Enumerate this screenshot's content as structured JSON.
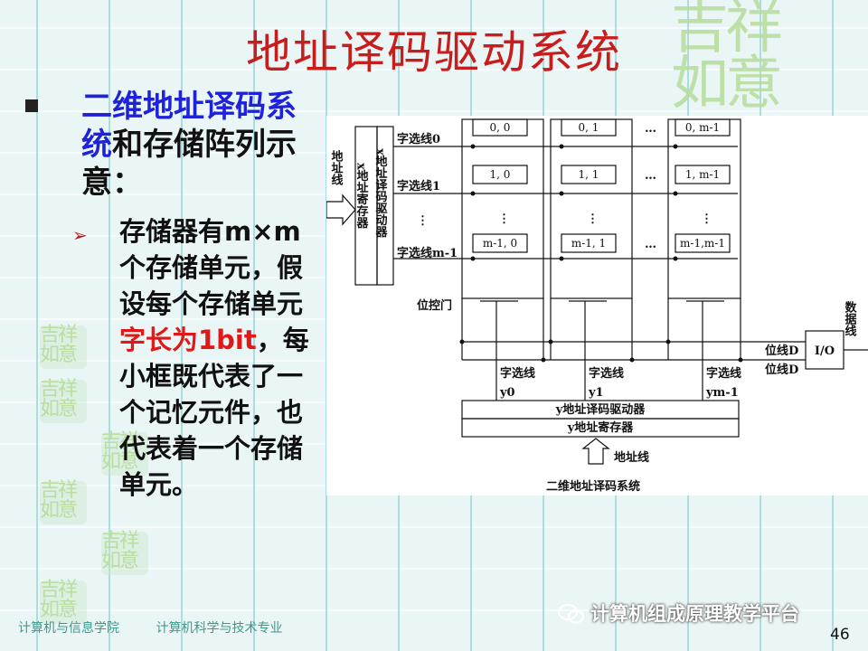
{
  "title": "地址译码驱动系统",
  "decoration": {
    "text": "吉祥如意"
  },
  "left": {
    "heading_part1": "二维地址译码系统",
    "heading_part2": "和存储阵列示意：",
    "body_part1": "存储器有m×m个存储单元，假设每个存储单元",
    "body_red": "字长为1bit",
    "body_part2": "，每小框既代表了一个记忆元件，也代表着一个存储单元。"
  },
  "diagram": {
    "addr_line_label": "地址线",
    "x_register": "x地址寄存器",
    "x_decoder": "x地址译码驱动器",
    "word_lines": [
      "字选线0",
      "字选线1",
      "字选线m-1"
    ],
    "cells_row0": [
      "0, 0",
      "0, 1",
      "0, m-1"
    ],
    "cells_row1": [
      "1, 0",
      "1, 1",
      "1, m-1"
    ],
    "cells_rowm": [
      "m-1, 0",
      "m-1, 1",
      "m-1,m-1"
    ],
    "ellipsis": "…",
    "vdots": "⋮",
    "bit_gate": "位控门",
    "bit_line_1": "位线D",
    "bit_line_2": "位线D",
    "io": "I/O",
    "data_line": "数据线",
    "y_select_label": "字选线",
    "y_lines": [
      "y0",
      "y1",
      "ym-1"
    ],
    "y_decoder": "y地址译码驱动器",
    "y_register": "y地址寄存器",
    "y_addr_line": "地址线",
    "caption": "二维地址译码系统"
  },
  "footer": {
    "college": "计算机与信息学院",
    "major": "计算机科学与技术专业",
    "wechat": "计算机组成原理教学平台",
    "page_number": "46"
  },
  "colors": {
    "title": "#c81d1d",
    "highlight_blue": "#1e22d8",
    "highlight_red": "#e01818"
  }
}
